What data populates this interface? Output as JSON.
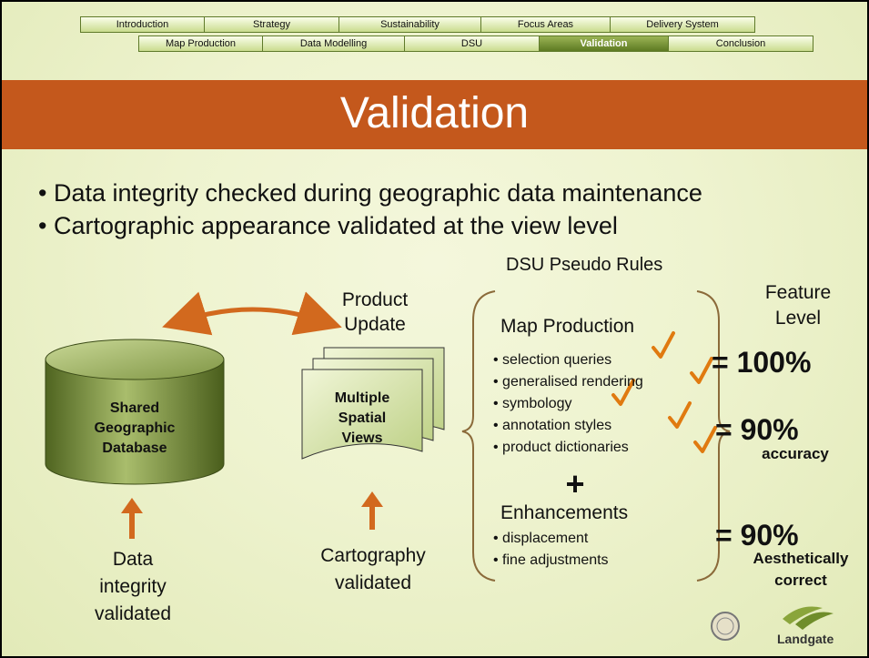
{
  "nav": {
    "row1": [
      "Introduction",
      "Strategy",
      "Sustainability",
      "Focus Areas",
      "Delivery System"
    ],
    "row2": [
      "Map Production",
      "Data Modelling",
      "DSU",
      "Validation",
      "Conclusion"
    ],
    "active": "Validation"
  },
  "title": "Validation",
  "bullets": [
    "Data integrity checked during geographic data maintenance",
    "Cartographic appearance validated at the view level"
  ],
  "diagram": {
    "database_label": [
      "Shared",
      "Geographic",
      "Database"
    ],
    "product_update": [
      "Product",
      "Update"
    ],
    "views_label": [
      "Multiple",
      "Spatial",
      "Views"
    ],
    "data_integrity": [
      "Data",
      "integrity",
      "validated"
    ],
    "cartography": [
      "Cartography",
      "validated"
    ]
  },
  "rules": {
    "header": "DSU Pseudo Rules",
    "map_production": "Map Production",
    "items": [
      "• selection queries",
      "• generalised rendering",
      "• symbology",
      "• annotation styles",
      "• product dictionaries"
    ],
    "plus": "+",
    "enhancements": "Enhancements",
    "enh_items": [
      "• displacement",
      "• fine adjustments"
    ]
  },
  "results": {
    "feature_level": [
      "Feature",
      "Level"
    ],
    "r1": "= 100%",
    "r2": "= 90%",
    "r2_label": "accuracy",
    "r3": "= 90%",
    "r3_label": [
      "Aesthetically",
      "correct"
    ]
  },
  "logo": "Landgate",
  "colors": {
    "accent": "#c4581c",
    "green": "#5d7a22",
    "check": "#e07a10"
  }
}
